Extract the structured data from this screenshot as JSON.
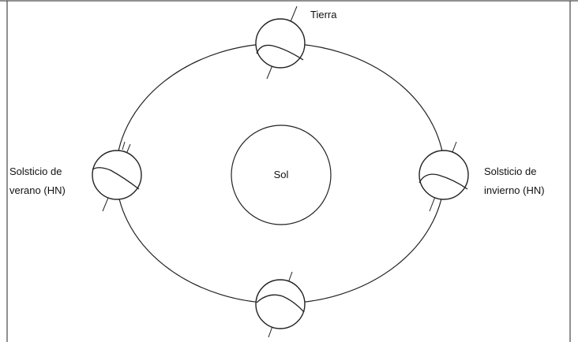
{
  "labels": {
    "earth": "Tierra",
    "sun": "Sol",
    "summer_line1": "Solsticio de",
    "summer_line2": "verano (HN)",
    "winter_line1": "Solsticio de",
    "winter_line2": "invierno (HN)"
  },
  "colors": {
    "line": "#222222",
    "background": "#ffffff"
  }
}
